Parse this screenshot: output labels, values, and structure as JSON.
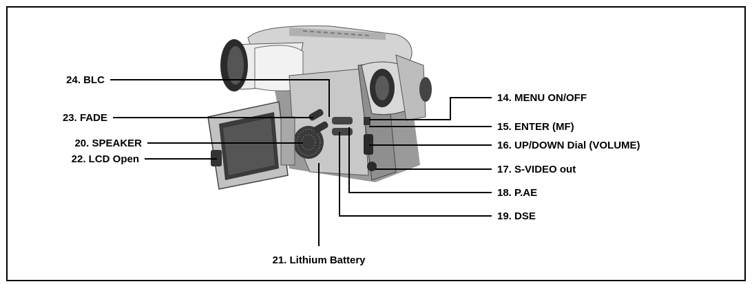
{
  "labels": {
    "blc": "24. BLC",
    "fade": "23. FADE",
    "speaker": "20. SPEAKER",
    "lcd_open": "22. LCD Open",
    "menu": "14. MENU ON/OFF",
    "enter": "15. ENTER (MF)",
    "updown": "16. UP/DOWN Dial (VOLUME)",
    "svideo": "17. S-VIDEO out",
    "pae": "18. P.AE",
    "dse": "19. DSE",
    "battery": "21. Lithium Battery"
  },
  "colors": {
    "line": "#000000",
    "camera_light": "#e6e6e6",
    "camera_mid": "#bdbdbd",
    "camera_dark": "#2a2a2a"
  }
}
